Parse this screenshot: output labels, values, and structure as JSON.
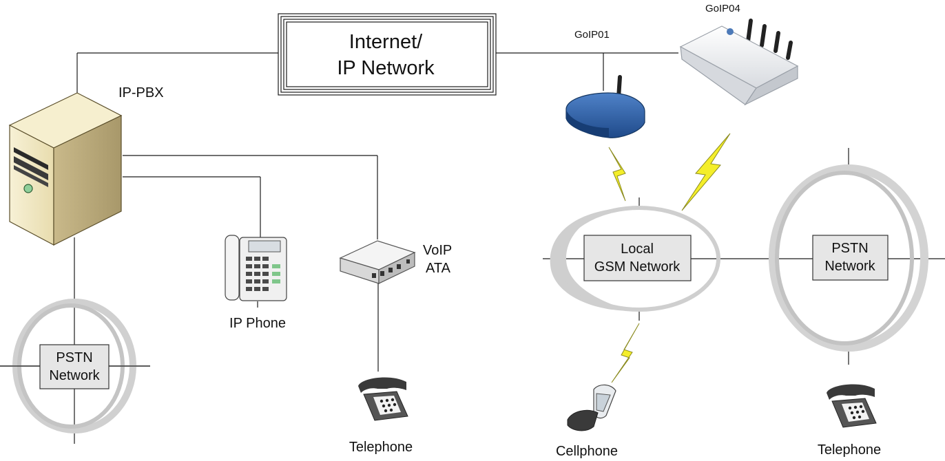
{
  "internet": {
    "line1": "Internet/",
    "line2": "IP Network"
  },
  "ippbx": {
    "label": "IP-PBX"
  },
  "ipphone": {
    "label": "IP Phone"
  },
  "ata": {
    "line1": "VoIP",
    "line2": "ATA"
  },
  "goip01": {
    "label": "GoIP01"
  },
  "goip04": {
    "label": "GoIP04"
  },
  "gsm": {
    "line1": "Local",
    "line2": "GSM Network"
  },
  "pstn_left": {
    "line1": "PSTN",
    "line2": "Network"
  },
  "pstn_right": {
    "line1": "PSTN",
    "line2": "Network"
  },
  "telephone_ata": {
    "label": "Telephone"
  },
  "telephone_pstn": {
    "label": "Telephone"
  },
  "cellphone": {
    "label": "Cellphone"
  },
  "colors": {
    "line": "#1a1a1a",
    "ring": "#cfcfcf",
    "box_fill": "#e6e6e6",
    "goip01_blue": "#2b5fa8",
    "goip04_white": "#f2f3f5",
    "server_beige": "#efe6c2",
    "lightning": "#f4ee2a"
  }
}
